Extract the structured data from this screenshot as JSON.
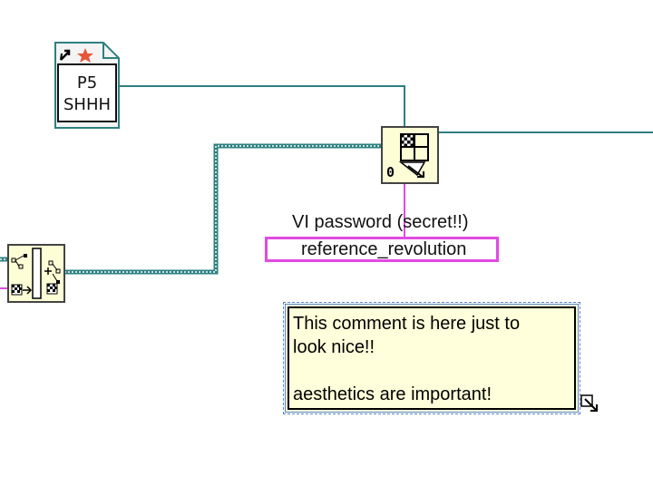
{
  "subvi_ref": {
    "icon_line1": "P5",
    "icon_line2": "SHHH"
  },
  "password_indicator": {
    "label": "VI password (secret!!)",
    "value": "reference_revolution"
  },
  "comment": {
    "lines": [
      "This comment is here just to",
      "look nice!!",
      "",
      "aesthetics are important!"
    ]
  },
  "colors": {
    "canvas": "#ffffff",
    "refnum_wire": "#2e8080",
    "string_wire": "#e24ae2",
    "node_fill": "#fefed6",
    "comment_fill": "#ffffdb"
  },
  "icons": [
    "vi-reference-icon",
    "vi-properties-node-icon",
    "open-vi-reference-icon",
    "resize-handle-icon"
  ]
}
